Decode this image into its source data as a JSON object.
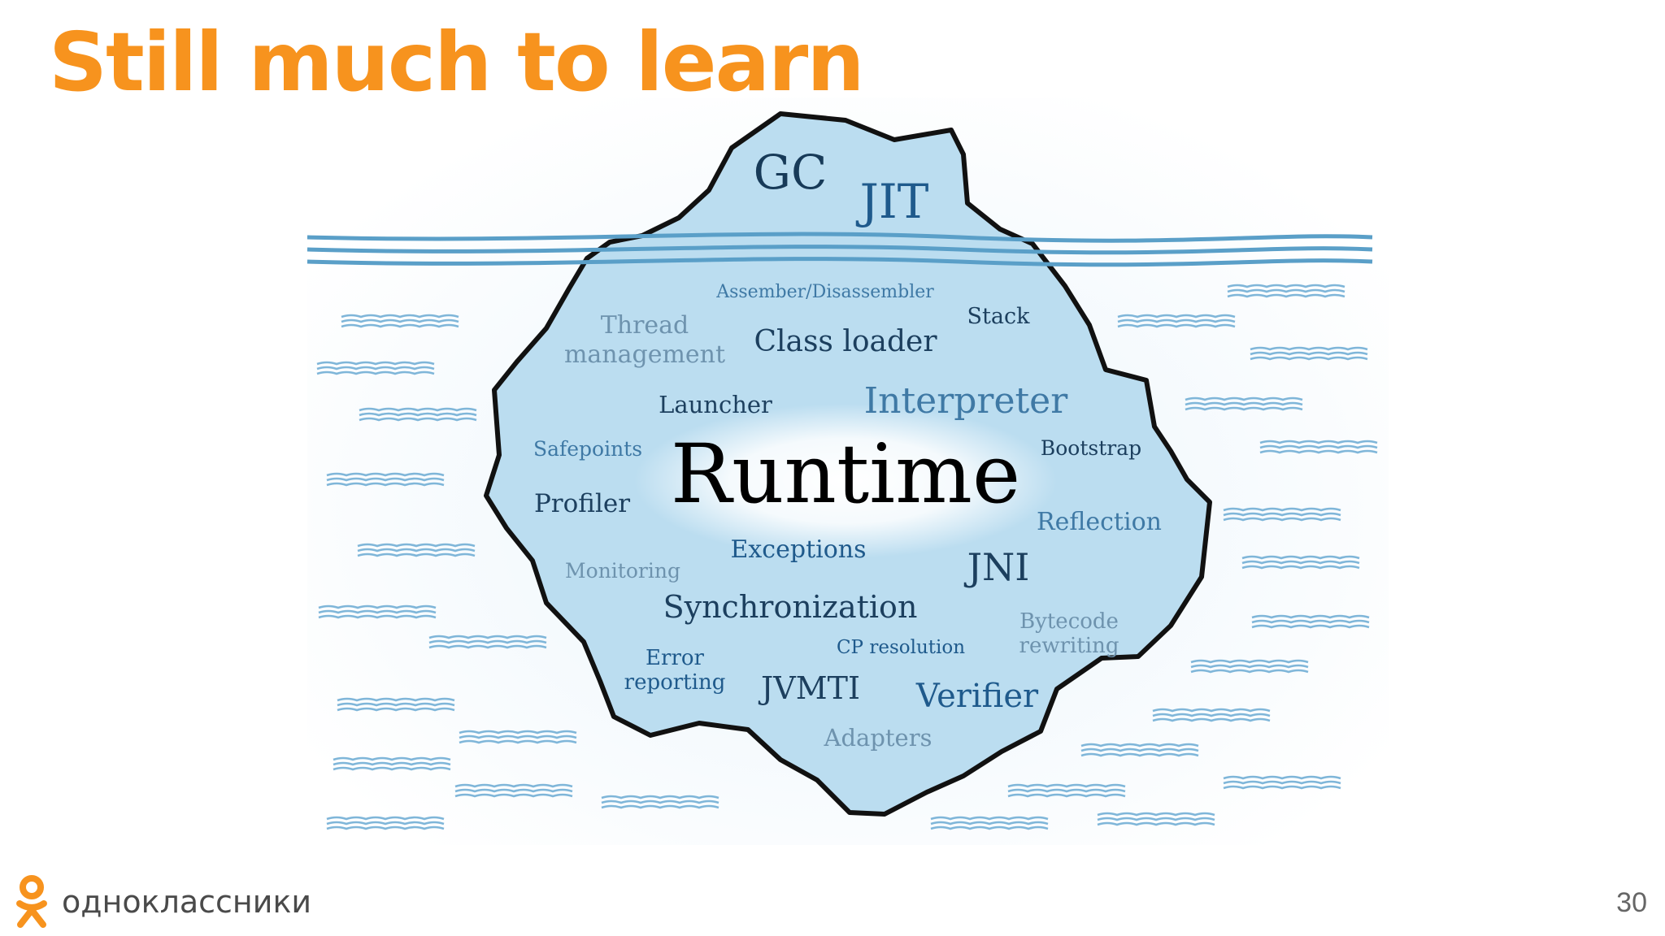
{
  "slide": {
    "title": "Still much to learn",
    "page_number": "30"
  },
  "brand": {
    "name": "одноклассники",
    "logo_icon": "odnoklassniki-logo-icon",
    "color": "#F7931E"
  },
  "colors": {
    "title": "#F7931E",
    "ice_fill": "#BBDDF0",
    "waterline": "#5A9FC8",
    "outline": "#111111",
    "term_dark": "#1C3F5E",
    "term_mid": "#3F79A5",
    "term_light": "#6E93AE"
  },
  "iceberg": {
    "center_term": "Runtime",
    "above_water": [
      "GC",
      "JIT"
    ],
    "below_water": [
      "Assember/Disassembler",
      "Stack",
      "Thread",
      "management",
      "Class loader",
      "Launcher",
      "Interpreter",
      "Safepoints",
      "Bootstrap",
      "Profiler",
      "Reflection",
      "Exceptions",
      "Monitoring",
      "JNI",
      "Synchronization",
      "Bytecode",
      "rewriting",
      "CP resolution",
      "Error",
      "reporting",
      "JVMTI",
      "Verifier",
      "Adapters"
    ]
  }
}
